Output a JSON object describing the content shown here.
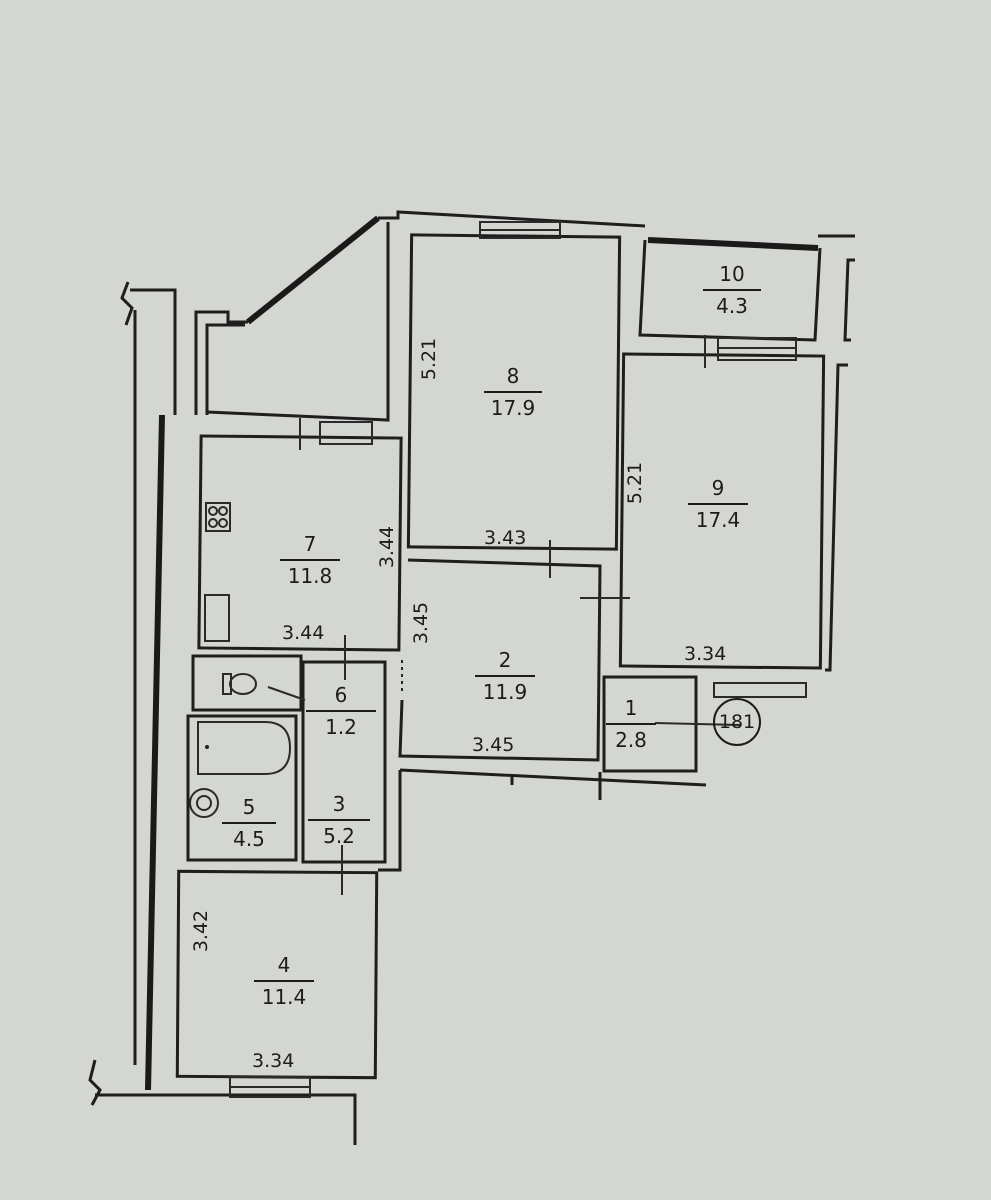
{
  "plan": {
    "type": "apartment floor plan",
    "apartment_mark": "181",
    "rooms": [
      {
        "id": "1",
        "area": "2.8"
      },
      {
        "id": "2",
        "area": "11.9"
      },
      {
        "id": "3",
        "area": "5.2"
      },
      {
        "id": "4",
        "area": "11.4"
      },
      {
        "id": "5",
        "area": "4.5"
      },
      {
        "id": "6",
        "area": "1.2"
      },
      {
        "id": "7",
        "area": "11.8"
      },
      {
        "id": "8",
        "area": "17.9"
      },
      {
        "id": "9",
        "area": "17.4"
      },
      {
        "id": "10",
        "area": "4.3"
      }
    ],
    "dimensions": {
      "room8_height": "5.21",
      "room8_width": "3.43",
      "room9_height": "5.21",
      "room9_width": "3.34",
      "room7_height": "3.44",
      "room7_width": "3.44",
      "room2_height": "3.45",
      "room2_width": "3.45",
      "room4_height": "3.42",
      "room4_width": "3.34"
    }
  }
}
